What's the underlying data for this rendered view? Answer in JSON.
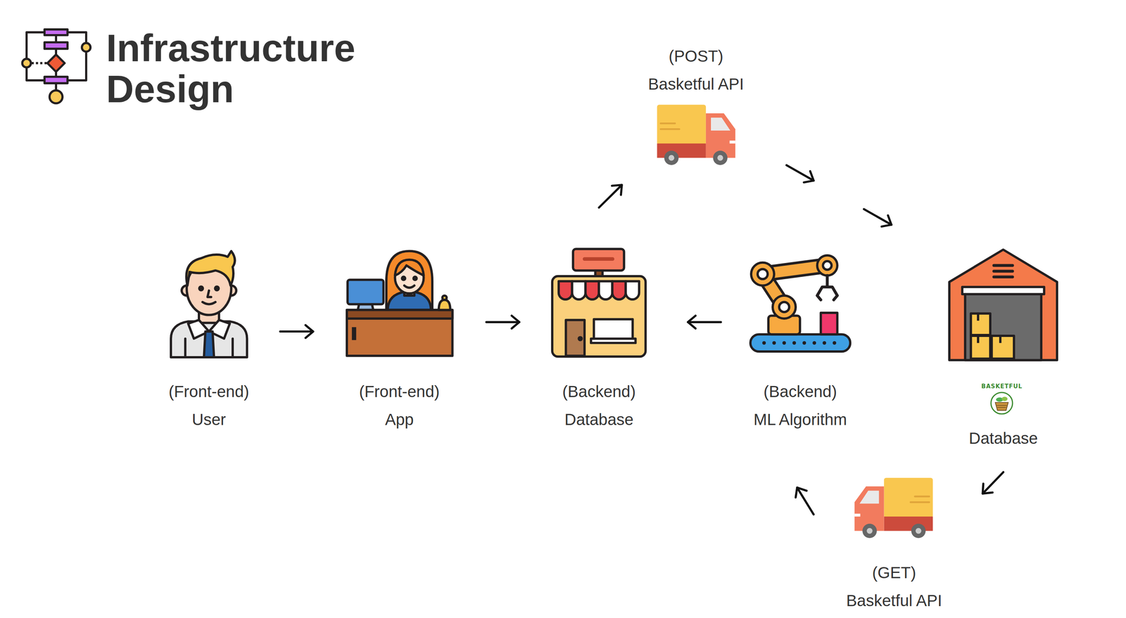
{
  "diagram": {
    "title": "Infrastructure Design",
    "nodes": [
      {
        "text": [
          "(Front-end)",
          "User"
        ]
      },
      {
        "text": [
          "(Front-end)",
          "App"
        ]
      },
      {
        "text": [
          "(Backend)",
          "Database"
        ]
      },
      {
        "text": [
          "(Backend)",
          "ML Algorithm"
        ]
      },
      {
        "text": [
          "Database"
        ]
      },
      {
        "text": [
          "(POST)",
          "Basketful API"
        ]
      },
      {
        "text": [
          "(GET)",
          "Basketful API"
        ]
      }
    ],
    "edges": [
      {
        "from": 0,
        "to": 1,
        "arrow": "to"
      },
      {
        "from": 1,
        "to": 2,
        "arrow": "to"
      },
      {
        "from": 3,
        "to": 2,
        "arrow": "to"
      },
      {
        "from": 2,
        "to": 5,
        "arrow": "to"
      },
      {
        "from": 5,
        "to": 4,
        "arrow": "to"
      },
      {
        "from": 4,
        "to": 6,
        "arrow": "to"
      },
      {
        "from": 6,
        "to": 3,
        "arrow": "to"
      }
    ],
    "labels": [
      "BASKETFUL"
    ]
  }
}
